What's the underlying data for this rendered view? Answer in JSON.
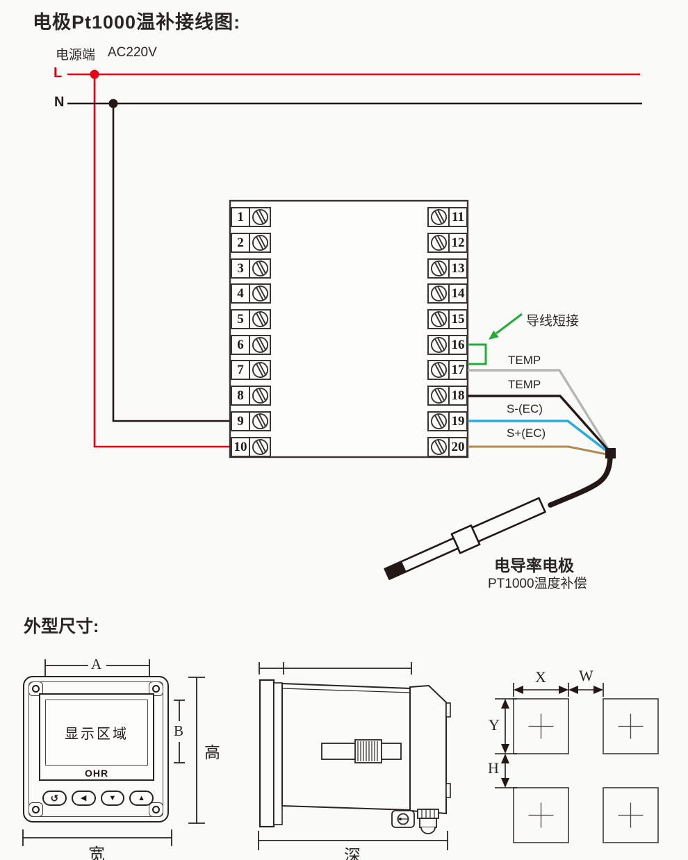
{
  "colors": {
    "live_red": "#e60012",
    "neutral_black": "#231815",
    "jumper_green": "#22ac38",
    "temp_gray": "#b5b5b6",
    "ec_minus_blue": "#29abe2",
    "ec_plus_brown": "#b0894e",
    "line_dark": "#2a2423"
  },
  "wiring": {
    "title": "电极Pt1000温补接线图:",
    "power_terminal_label": "电源端",
    "power_voltage": "AC220V",
    "live_label": "L",
    "neutral_label": "N",
    "jumper_note": "导线短接",
    "terminals_left": [
      "1",
      "2",
      "3",
      "4",
      "5",
      "6",
      "7",
      "8",
      "9",
      "10"
    ],
    "terminals_right": [
      "11",
      "12",
      "13",
      "14",
      "15",
      "16",
      "17",
      "18",
      "19",
      "20"
    ],
    "wire_labels": {
      "temp1": "TEMP",
      "temp2": "TEMP",
      "ec_minus": "S-(EC)",
      "ec_plus": "S+(EC)"
    },
    "electrode_title": "电导率电极",
    "electrode_subtitle": "PT1000温度补偿"
  },
  "dimensions": {
    "title": "外型尺寸:",
    "front_view": {
      "display_area_label": "显示区域",
      "brand": "OHR",
      "buttons": [
        "↺",
        "◀",
        "▼",
        "▲"
      ],
      "dim_a": "A",
      "dim_b": "B",
      "dim_height": "高",
      "dim_width": "宽"
    },
    "side_view": {
      "dim_depth": "深"
    },
    "panel_cutout": {
      "dim_x": "X",
      "dim_w": "W",
      "dim_y": "Y",
      "dim_h": "H"
    }
  }
}
